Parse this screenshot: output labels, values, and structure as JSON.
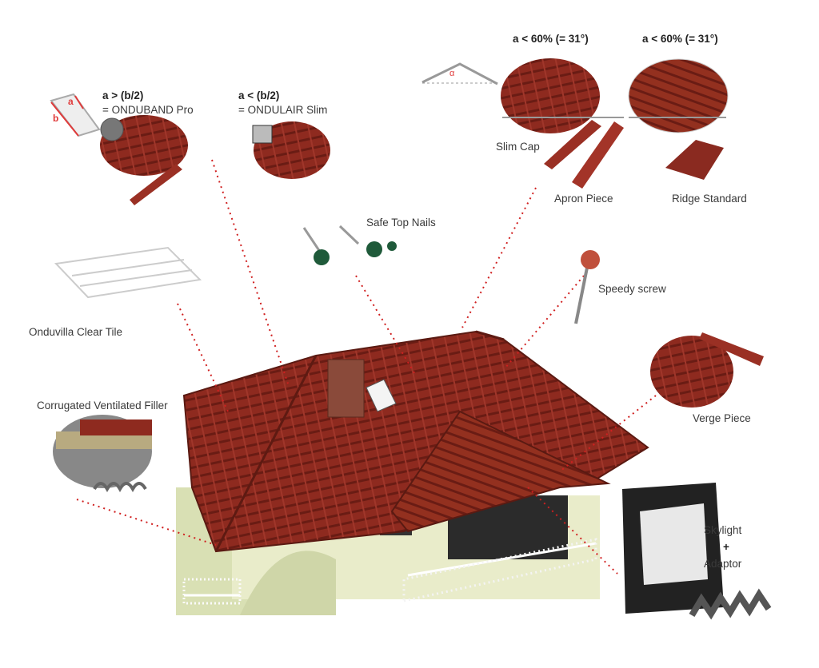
{
  "labels": {
    "onduband_condition": "a > (b/2)",
    "onduband_name": "= ONDUBAND  Pro",
    "ondulair_condition": "a < (b/2)",
    "ondulair_name": "= ONDULAIR Slim",
    "slim_cap_condition": "a < 60% (= 31°)",
    "ridge_condition": "a < 60% (= 31°)",
    "slim_cap": "Slim Cap",
    "apron_piece": "Apron Piece",
    "ridge_standard": "Ridge Standard",
    "safe_top_nails": "Safe Top Nails",
    "speedy_screw": "Speedy screw",
    "onduvilla_clear_tile": "Onduvilla Clear Tile",
    "corrugated_ventilated_filler": "Corrugated Ventilated Filler",
    "verge_piece": "Verge Piece",
    "skylight": "Skylight",
    "plus": "+",
    "adaptor": "Adaptor",
    "diagram_a": "a",
    "diagram_b": "b",
    "angle_symbol": "α"
  },
  "colors": {
    "tile": "#8e2a1f",
    "tile_dark": "#6a1c14",
    "leader": "#d02020",
    "wall": "#e9ecca"
  }
}
